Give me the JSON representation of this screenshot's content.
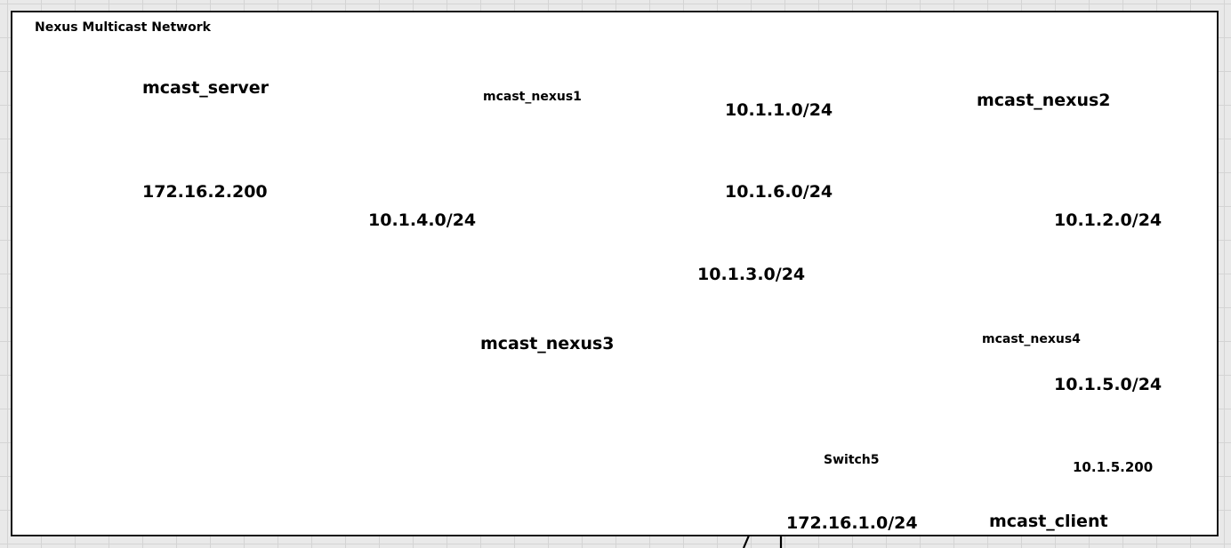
{
  "title": "Nexus Multicast Network",
  "colors": {
    "link": "#000000",
    "port": "#00ee00",
    "router_body": "#6f8aa6",
    "router_core": "#e8485a",
    "win_red": "#f25022",
    "win_green": "#7fba00",
    "win_blue": "#00a4ef",
    "win_yellow": "#ffb900"
  },
  "nodes": {
    "mcast_server": {
      "name": "mcast_server",
      "ip": "172.16.2.200",
      "icon": "windows-logo-icon"
    },
    "mcast_nexus1": {
      "name": "mcast_nexus1",
      "icon": "layer3-switch-icon"
    },
    "mcast_nexus2": {
      "name": "mcast_nexus2",
      "icon": "layer3-switch-icon"
    },
    "mcast_nexus3": {
      "name": "mcast_nexus3",
      "icon": "layer3-switch-icon"
    },
    "mcast_nexus4": {
      "name": "mcast_nexus4",
      "icon": "layer3-switch-icon"
    },
    "switch5": {
      "name": "Switch5",
      "icon": "ethernet-switch-icon"
    },
    "mcast_client": {
      "name": "mcast_client",
      "ip": "10.1.5.200",
      "icon": "windows-logo-icon"
    }
  },
  "subnets": {
    "n1_n2": "10.1.1.0/24",
    "n1_n4": "10.1.6.0/24",
    "n2_n4": "10.1.2.0/24",
    "n1_n3": "10.1.4.0/24",
    "n3_n4": "10.1.3.0/24",
    "n4_client": "10.1.5.0/24",
    "switch5_down": "172.16.1.0/24"
  }
}
